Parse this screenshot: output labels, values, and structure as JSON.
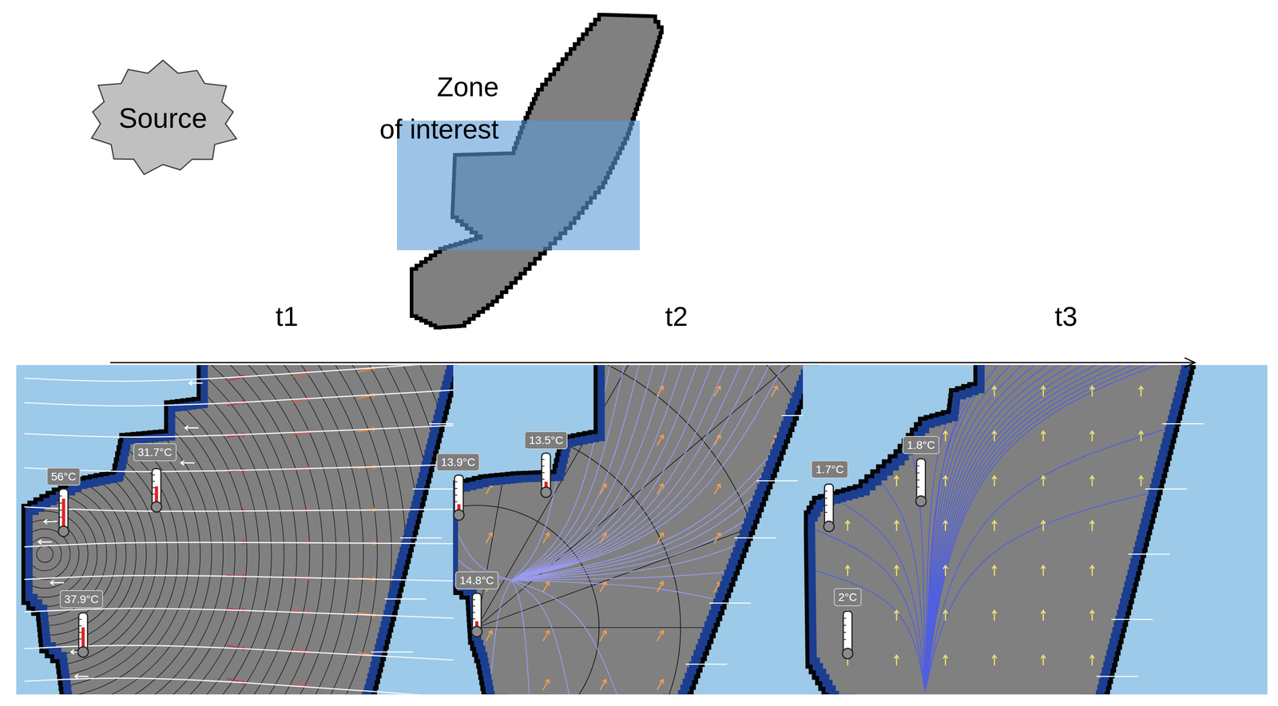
{
  "diagram": {
    "nodes": [
      {
        "text": [
          "Source"
        ]
      },
      {
        "text": [
          "Zone of interest"
        ]
      },
      {
        "text": [
          "56°C"
        ]
      },
      {
        "text": [
          "31.7°C"
        ]
      },
      {
        "text": [
          "37.9°C"
        ]
      },
      {
        "text": [
          "13.9°C"
        ]
      },
      {
        "text": [
          "13.5°C"
        ]
      },
      {
        "text": [
          "14.8°C"
        ]
      },
      {
        "text": [
          "1.7°C"
        ]
      },
      {
        "text": [
          "1.8°C"
        ]
      },
      {
        "text": [
          "2°C"
        ]
      }
    ],
    "labels": [
      "t1",
      "t2",
      "t3"
    ]
  }
}
